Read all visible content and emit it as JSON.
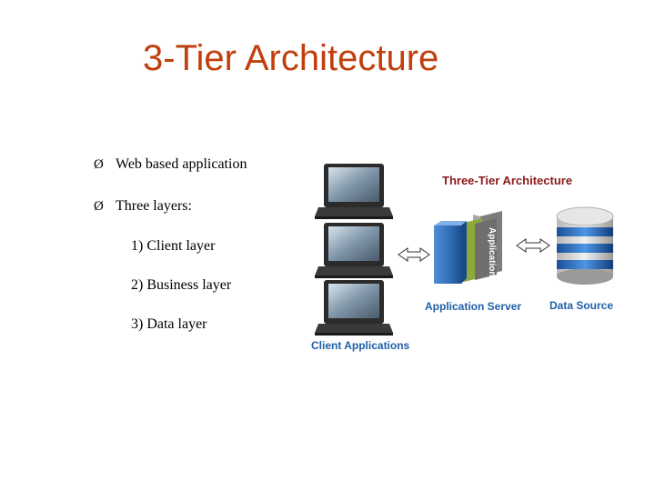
{
  "slide": {
    "title": "3-Tier Architecture",
    "bullets": [
      {
        "marker": "Ø",
        "text": "Web based application"
      },
      {
        "marker": "Ø",
        "text": "Three layers:"
      }
    ],
    "sublist": [
      "1) Client layer",
      "2) Business layer",
      "3) Data layer"
    ]
  },
  "diagram": {
    "heading": "Three-Tier Architecture",
    "client_label": "Client Applications",
    "server_label": "Application Server",
    "datasource_label": "Data Source",
    "server_book_text": "Application",
    "colors": {
      "title": "#c0400d",
      "heading": "#8b1a1a",
      "label_blue": "#1f5fa8",
      "server_blue": "#2f6db5",
      "server_gray": "#8c8c8c",
      "server_green": "#8cab3c",
      "db_blue": "#2a6fc0"
    }
  }
}
